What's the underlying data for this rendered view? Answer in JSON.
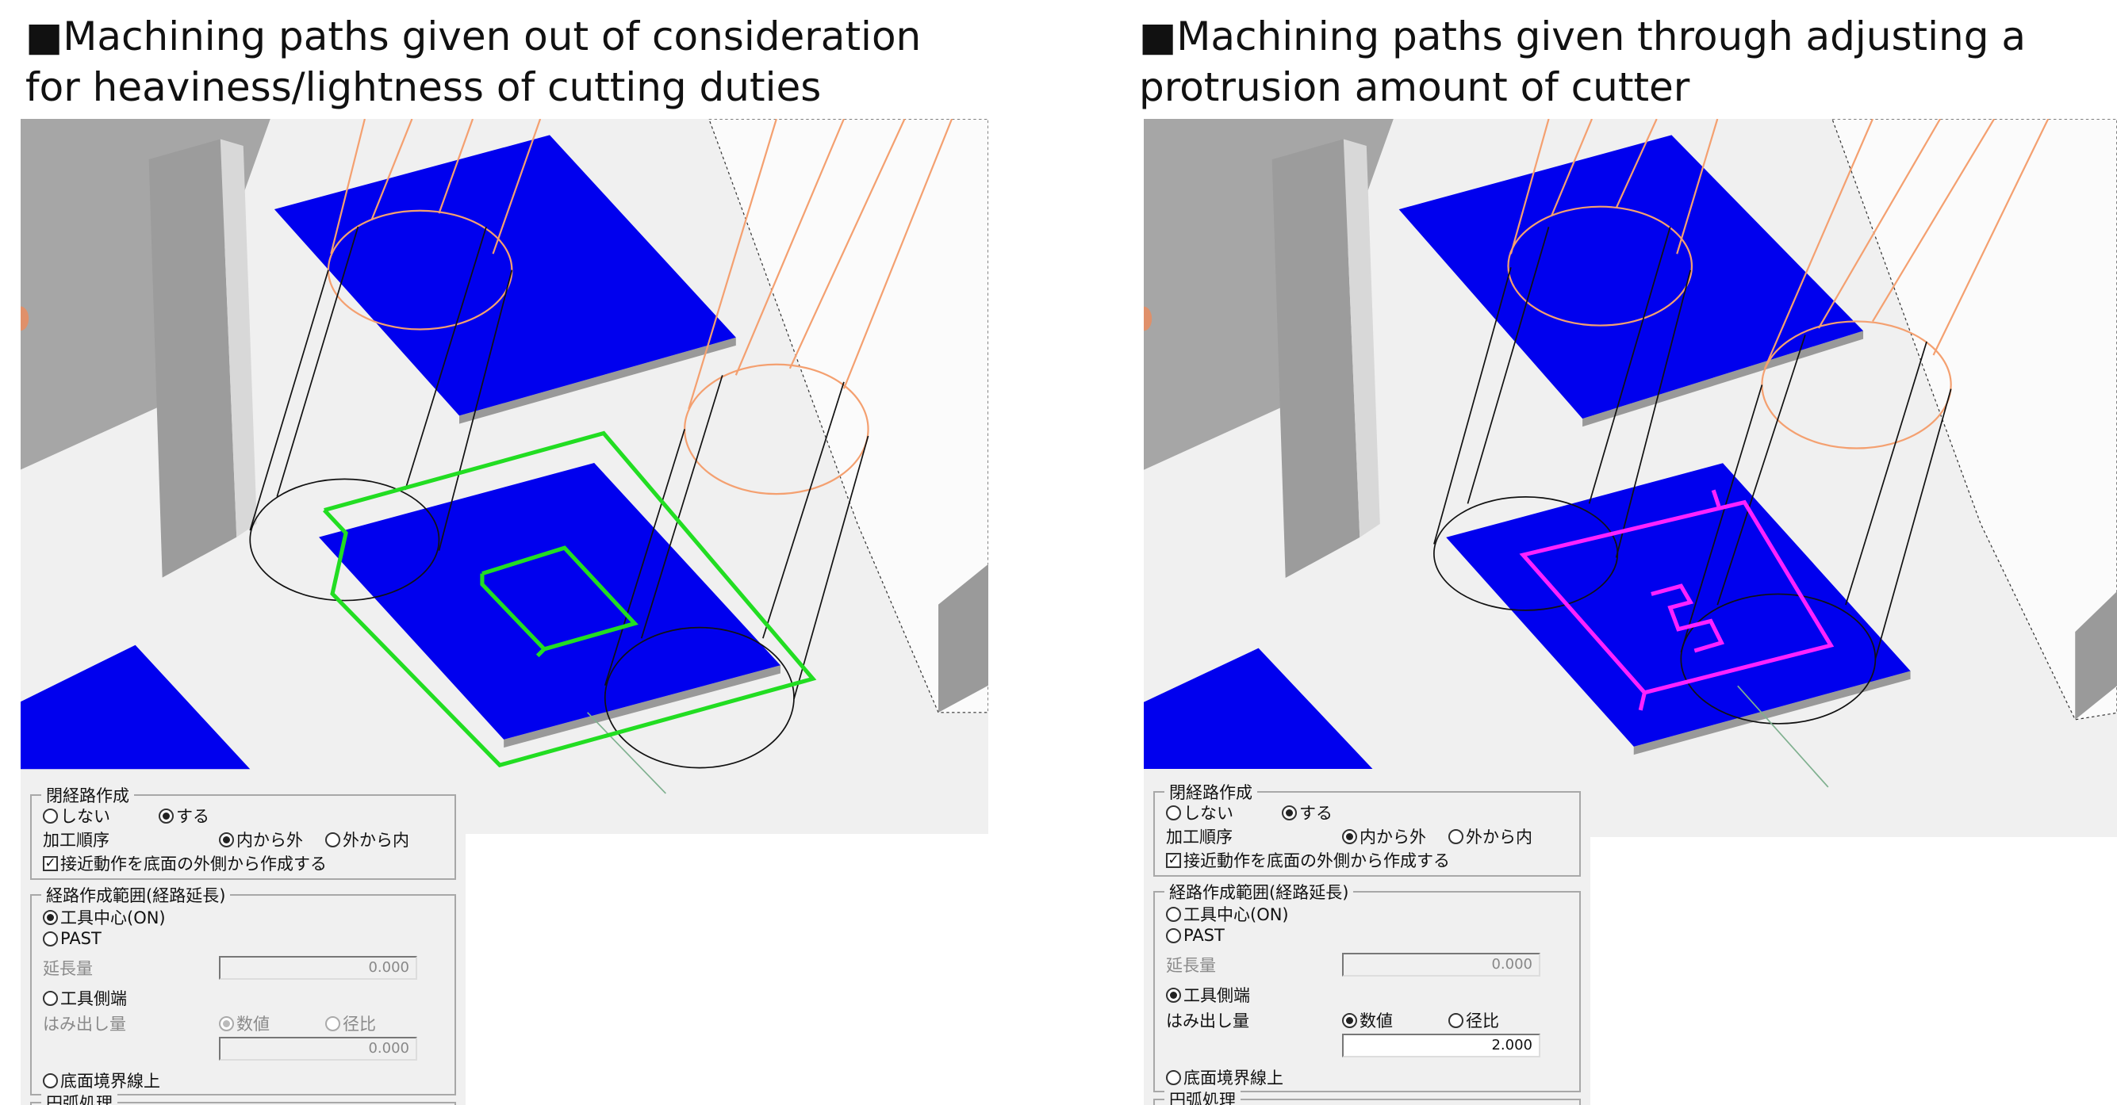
{
  "panels": [
    {
      "title_line1": "■Machining paths given out of consideration",
      "title_line2": "for heaviness/lightness of cutting duties",
      "dialog": {
        "open_path": {
          "legend": "閉経路作成",
          "no": "しない",
          "yes": "する",
          "order_label": "加工順序",
          "inner_out": "内から外",
          "outer_in": "外から内",
          "approach_check": "接近動作を底面の外側から作成する",
          "checked": true
        },
        "range": {
          "legend": "経路作成範囲(経路延長)",
          "tool_center": "工具中心(ON)",
          "past": "PAST",
          "ext_label": "延長量",
          "ext_value": "0.000",
          "tool_side": "工具側端",
          "protrude_label": "はみ出し量",
          "numeric": "数値",
          "ratio": "径比",
          "protrude_value": "0.000",
          "boundary": "底面境界線上",
          "selected": "tool_center"
        },
        "next_legend": "円弧処理"
      }
    },
    {
      "title_line1": "■Machining paths given through adjusting a",
      "title_line2": "protrusion amount of cutter",
      "dialog": {
        "open_path": {
          "legend": "閉経路作成",
          "no": "しない",
          "yes": "する",
          "order_label": "加工順序",
          "inner_out": "内から外",
          "outer_in": "外から内",
          "approach_check": "接近動作を底面の外側から作成する",
          "checked": true
        },
        "range": {
          "legend": "経路作成範囲(経路延長)",
          "tool_center": "工具中心(ON)",
          "past": "PAST",
          "ext_label": "延長量",
          "ext_value": "0.000",
          "tool_side": "工具側端",
          "protrude_label": "はみ出し量",
          "numeric": "数値",
          "ratio": "径比",
          "protrude_value": "2.000",
          "boundary": "底面境界線上",
          "selected": "tool_side"
        },
        "next_legend": "円弧処理"
      }
    }
  ],
  "colors": {
    "plate": "#0000ee",
    "path_left": "#22dd22",
    "path_right": "#ff22ff",
    "tool": "#f4a070",
    "wall": "#a0a0a0"
  }
}
